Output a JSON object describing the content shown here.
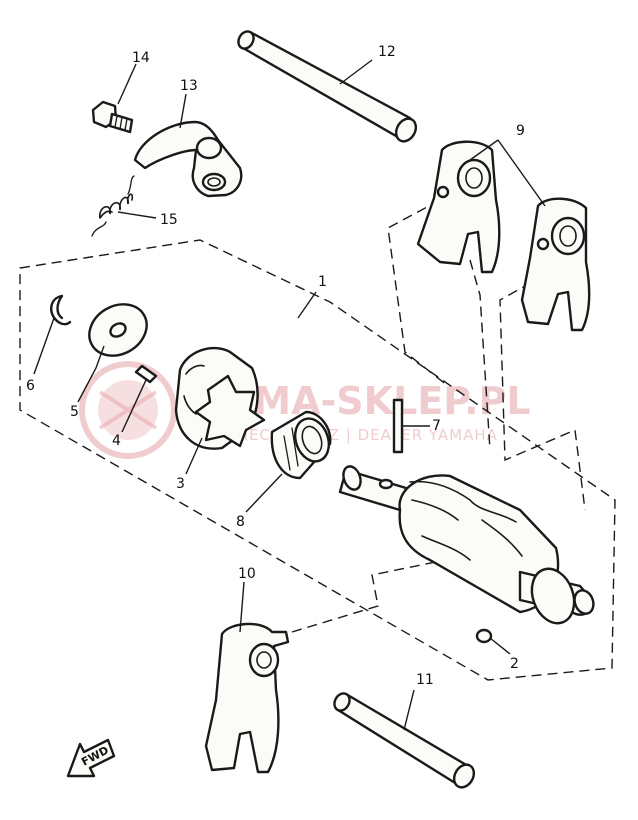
{
  "callouts": [
    "1",
    "2",
    "3",
    "4",
    "5",
    "6",
    "7",
    "8",
    "9",
    "10",
    "11",
    "12",
    "13",
    "14",
    "15"
  ],
  "direction_marker": "FWD",
  "watermark": {
    "title": "YAMA-SKLEP.PL",
    "subtitle": "WOJCIECHOWICZ | DEALER YAMAHA"
  },
  "colors": {
    "line": "#1a1a1a",
    "paper": "#ffffff",
    "watermark": "#e6a3a7"
  }
}
